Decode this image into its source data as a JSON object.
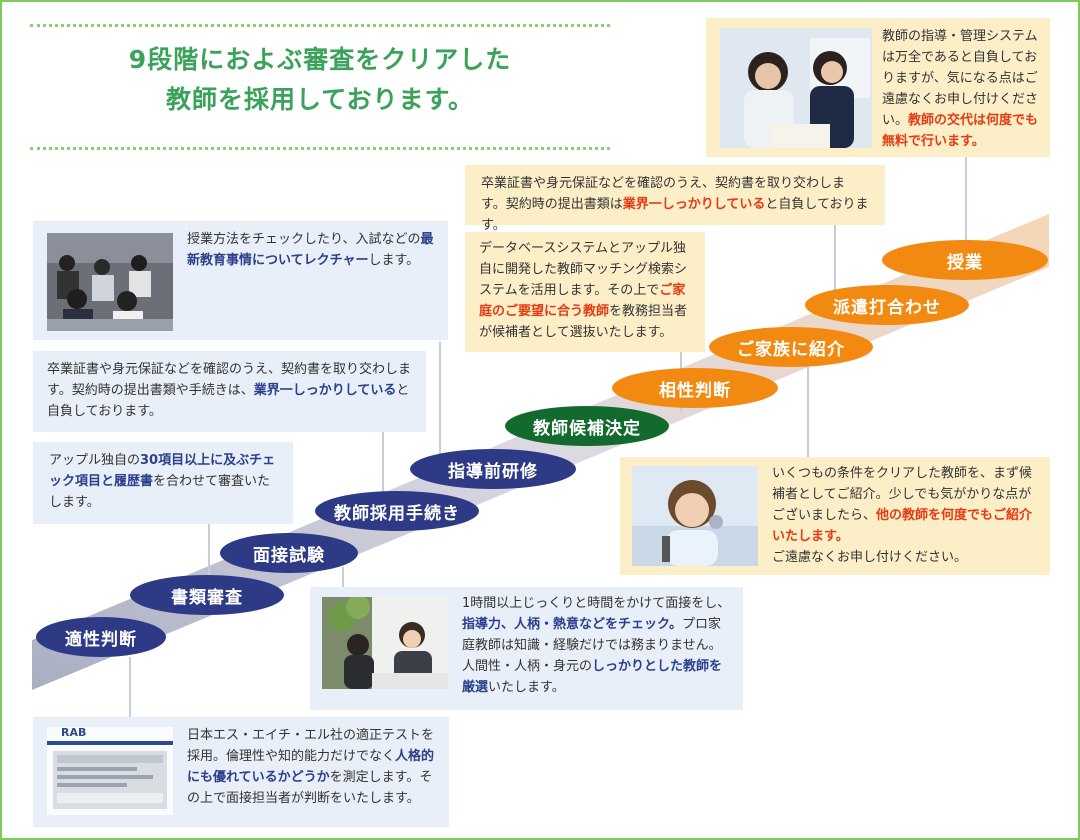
{
  "heading": {
    "line1": "9段階におよぶ審査をクリアした",
    "line2": "教師を採用しております。"
  },
  "steps": [
    {
      "label": "適性判断",
      "color": "#2e3a86"
    },
    {
      "label": "書類審査",
      "color": "#2e3a86"
    },
    {
      "label": "面接試験",
      "color": "#2e3a86"
    },
    {
      "label": "教師採用手続き",
      "color": "#2e3a86"
    },
    {
      "label": "指導前研修",
      "color": "#2e3a86"
    },
    {
      "label": "教師候補決定",
      "color": "#136a2e"
    },
    {
      "label": "相性判断",
      "color": "#f28a12"
    },
    {
      "label": "ご家族に紹介",
      "color": "#f28a12"
    },
    {
      "label": "派遣打合わせ",
      "color": "#f28a12"
    },
    {
      "label": "授業",
      "color": "#f28a12"
    }
  ],
  "boxes": {
    "lecture": {
      "t1": "授業方法をチェックしたり、入試などの",
      "t2": "最新教育事情についてレクチャー",
      "t3": "します。"
    },
    "documents_left": {
      "t1": "卒業証書や身元保証などを確認のうえ、契約書を取り交わします。契約時の提出書類や手続きは、",
      "t2": "業界一しっかりしている",
      "t3": "と自負しております。"
    },
    "checklist": {
      "t1": "アップル独自の",
      "t2": "30項目以上に及ぶチェック項目と履歴書",
      "t3": "を合わせて審査いたします。"
    },
    "test": {
      "t1": "日本エス・エイチ・エル社の適正テストを採用。倫理性や知的能力だけでなく",
      "t2": "人格的にも優れているかどうか",
      "t3": "を測定します。その上で面接担当者が判断をいたします。",
      "screen_logo": "RAB"
    },
    "interview": {
      "t1": "1時間以上じっくりと時間をかけて面接をし、",
      "t2": "指導力、人柄・熱意などをチェック。",
      "t3": "プロ家庭教師は知識・経験だけでは務まりません。人間性・人柄・身元の",
      "t4": "しっかりとした教師を厳選",
      "t5": "いたします。"
    },
    "documents_top": {
      "t1": "卒業証書や身元保証などを確認のうえ、契約書を取り交わします。契約時の提出書類は",
      "t2": "業界一しっかりしている",
      "t3": "と自負しております。"
    },
    "matching": {
      "t1": "データベースシステムとアップル独自に開発した教師マッチング検索システムを活用します。その上で",
      "t2": "ご家庭のご要望に合う教師",
      "t3": "を教務担当者が候補者として選抜いたします。"
    },
    "management": {
      "t1": "教師の指導・管理システムは万全であると自負しておりますが、気になる点はご遠慮なくお申し付けください。",
      "t2": "教師の交代は何度でも無料で行います。"
    },
    "introduce": {
      "t1": "いくつもの条件をクリアした教師を、まず候補者としてご紹介。少しでも気がかりな点がございましたら、",
      "t2": "他の教師を何度でもご紹介いたします。",
      "t3": "ご遠慮なくお申し付けください。"
    }
  }
}
